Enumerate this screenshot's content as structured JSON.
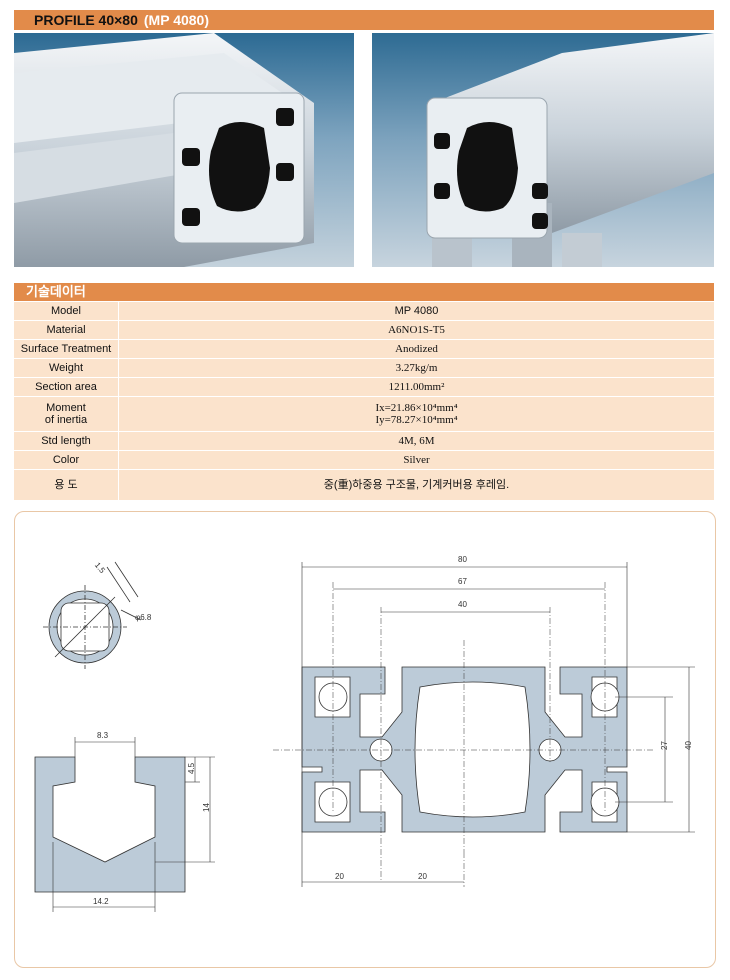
{
  "header": {
    "title": "PROFILE 40×80",
    "model": "(MP 4080)"
  },
  "section_title": "기술데이터",
  "specs": [
    {
      "label": "Model",
      "value": "MP 4080"
    },
    {
      "label": "Material",
      "value": "A6NO1S-T5"
    },
    {
      "label": "Surface Treatment",
      "value": "Anodized"
    },
    {
      "label": "Weight",
      "value": "3.27kg/m"
    },
    {
      "label": "Section area",
      "value": "1211.00mm²"
    },
    {
      "label": "Moment",
      "label2": "of inertia",
      "value": "Ix=21.86×10⁴mm⁴",
      "value2": "Iy=78.27×10⁴mm⁴"
    },
    {
      "label": "Std length",
      "value": "4M, 6M"
    },
    {
      "label": "Color",
      "value": "Silver"
    },
    {
      "label": "용 도",
      "value": "중(重)하중용 구조물, 기계커버용 후레임."
    }
  ],
  "dimensions": {
    "hole_wall": "1.5",
    "hole_dia": "φ6.8",
    "slot_top": "8.3",
    "slot_depth1": "4.5",
    "slot_depth2": "14",
    "slot_bottom": "14.2",
    "overall_width": "80",
    "hole_spacing": "67",
    "inner_width": "40",
    "pitch_left": "20",
    "pitch_mid": "20",
    "height_inner": "27",
    "height_outer": "40"
  },
  "colors": {
    "accent": "#e28b4a",
    "table_bg": "#fbe3cc",
    "profile_fill": "#bccbd8"
  }
}
